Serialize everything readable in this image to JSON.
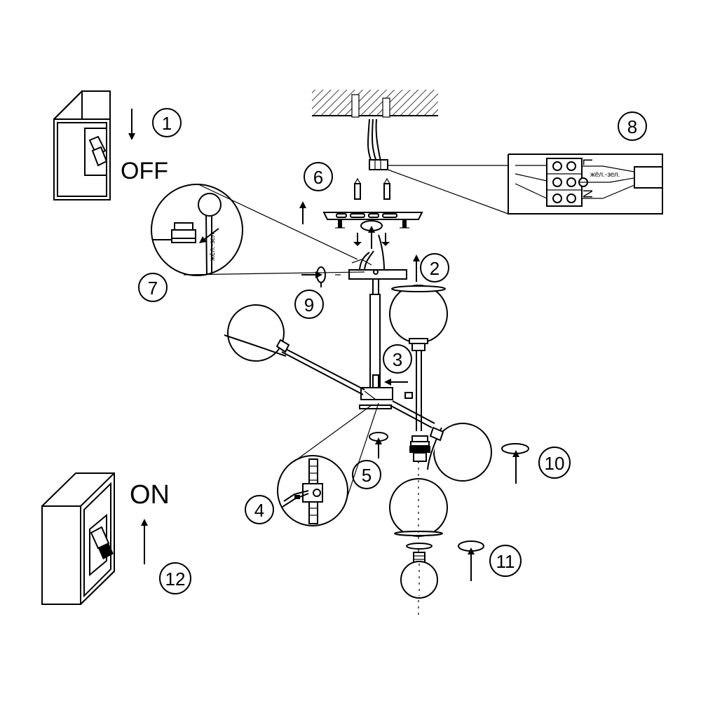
{
  "labels": {
    "off": "OFF",
    "on": "ON",
    "wire_color": "жёл.-зел.",
    "terminal_l": "L",
    "terminal_n": "N"
  },
  "steps": [
    "1",
    "2",
    "3",
    "4",
    "5",
    "6",
    "7",
    "8",
    "9",
    "10",
    "11",
    "12"
  ],
  "colors": {
    "line": "#000000",
    "background": "#ffffff",
    "fill": "#ffffff",
    "accent": "#000000"
  }
}
